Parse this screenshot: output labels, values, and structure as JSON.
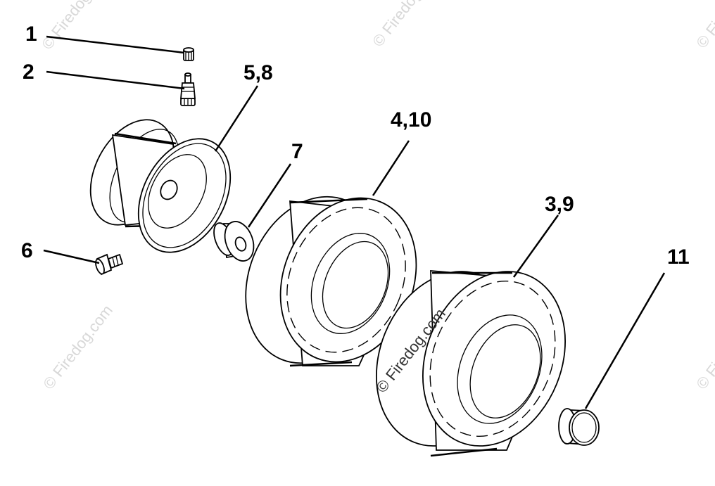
{
  "watermark": {
    "text": "© Firedog.com"
  },
  "callouts": [
    {
      "id": "c1",
      "label": "1"
    },
    {
      "id": "c2",
      "label": "2"
    },
    {
      "id": "c58",
      "label": "5,8"
    },
    {
      "id": "c410",
      "label": "4,10"
    },
    {
      "id": "c7",
      "label": "7"
    },
    {
      "id": "c39",
      "label": "3,9"
    },
    {
      "id": "c6",
      "label": "6"
    },
    {
      "id": "c11",
      "label": "11"
    }
  ]
}
